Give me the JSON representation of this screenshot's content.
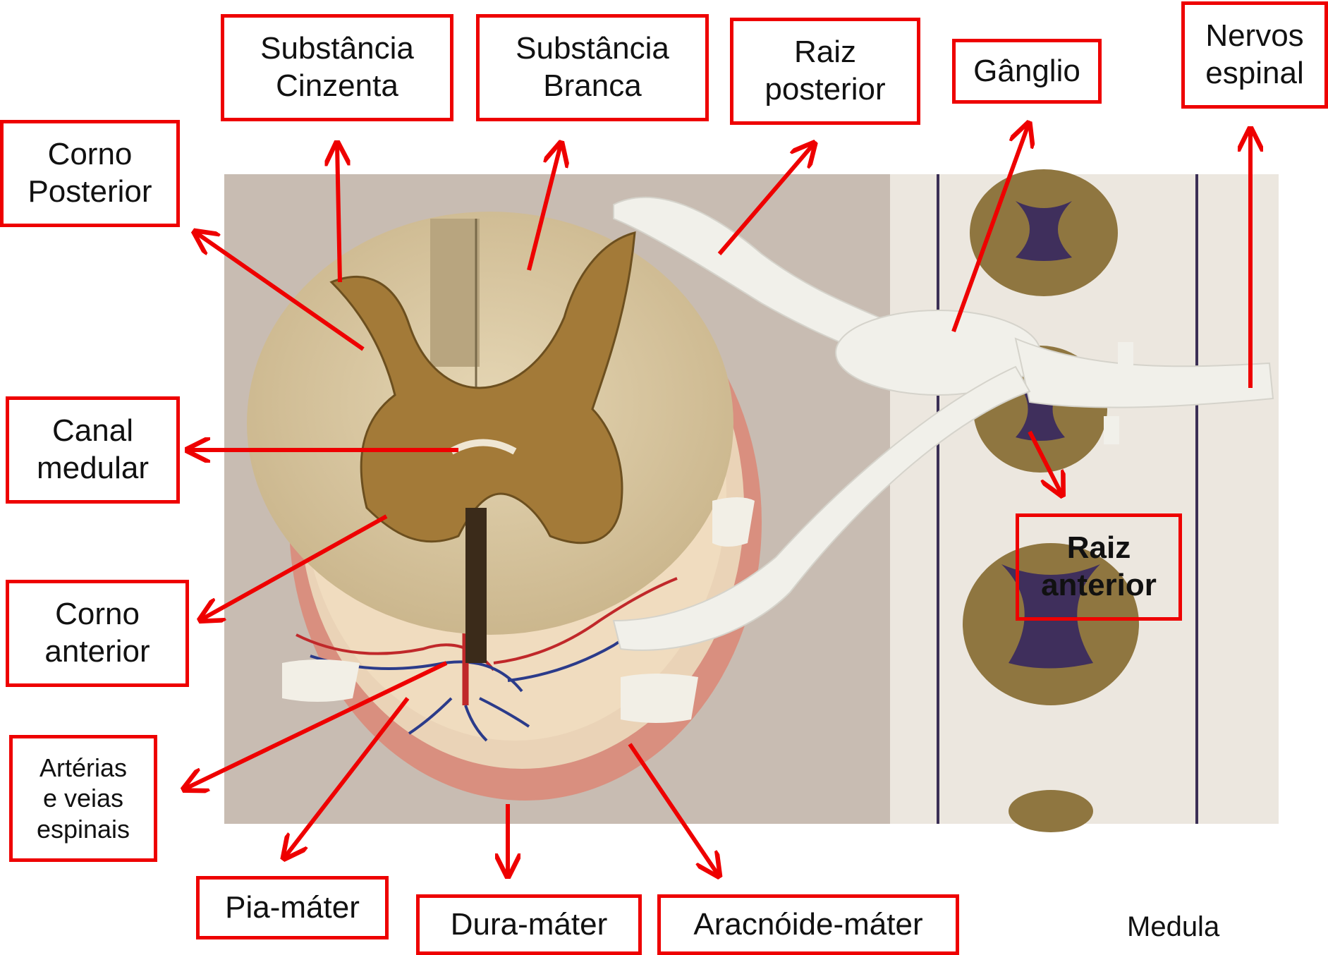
{
  "labels": {
    "substancia_cinzenta": "Substância\nCinzenta",
    "substancia_branca": "Substância\nBranca",
    "raiz_posterior": "Raiz\nposterior",
    "ganglio": "Gânglio",
    "nervos_espinal": "Nervos\nespinal",
    "corno_posterior": "Corno\nPosterior",
    "canal_medular": "Canal\nmedular",
    "corno_anterior": "Corno\nanterior",
    "arterias_veias": "Artérias\ne veias\nespinais",
    "raiz_anterior": "Raiz\nanterior",
    "pia_mater": "Pia-máter",
    "dura_mater": "Dura-máter",
    "aracnoide_mater": "Aracnóide-máter"
  },
  "caption": "Medula",
  "colors": {
    "label_border": "#ee0000",
    "arrow": "#ee0000",
    "white_matter": "#d9c7a0",
    "gray_matter": "#a97f3c",
    "nerve": "#f2f1ec",
    "background_photo": "#c9bdb3"
  }
}
